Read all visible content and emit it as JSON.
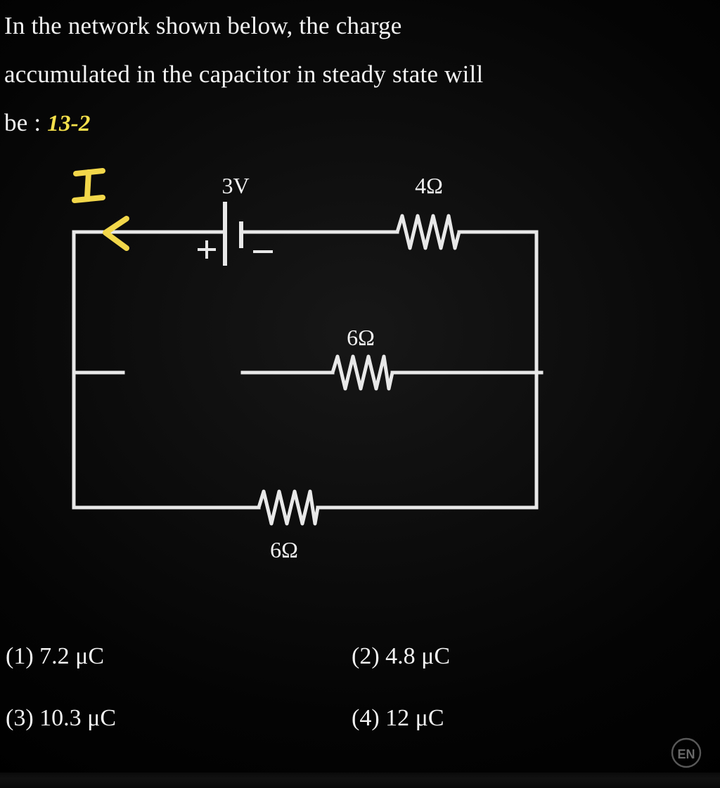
{
  "question": {
    "line1_words": [
      "In",
      "the",
      "network",
      "shown",
      "below,",
      "the",
      "charge"
    ],
    "line2_words": [
      "accumulated",
      "in",
      "the",
      "capacitor",
      "in",
      "steady",
      "state",
      "will"
    ],
    "line3_prefix": "be :",
    "line3_tag": "13-2"
  },
  "circuit": {
    "current_label": "I",
    "battery_label": "3V",
    "battery_plus": "+",
    "battery_minus": "–",
    "resistor_top_label": "4Ω",
    "resistor_middle_label": "6Ω",
    "resistor_bottom_label": "6Ω",
    "wire_color": "#e8e8e8",
    "annotation_color": "#f2d74a"
  },
  "options": [
    {
      "number": "(1)",
      "value": "7.2 μC"
    },
    {
      "number": "(2)",
      "value": "4.8 μC"
    },
    {
      "number": "(3)",
      "value": "10.3 μC"
    },
    {
      "number": "(4)",
      "value": "12 μC"
    }
  ],
  "watermark": {
    "text": "EN"
  }
}
